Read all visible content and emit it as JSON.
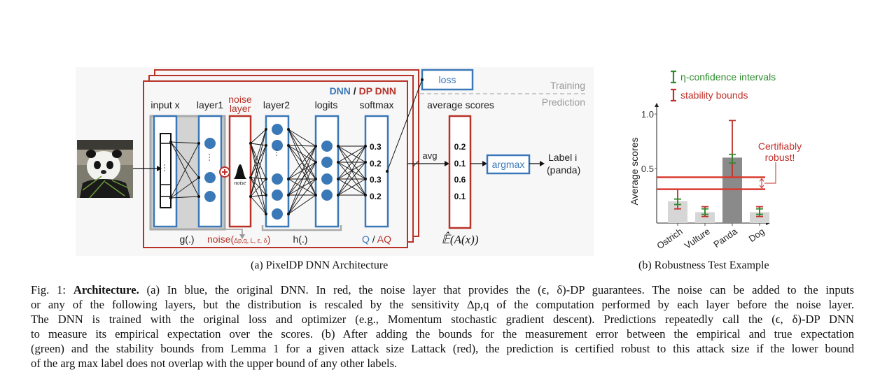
{
  "figure_a": {
    "subcaption": "(a) PixelDP DNN Architecture",
    "header": {
      "dnn": "DNN",
      "slash": " / ",
      "dp_dnn": "DP DNN"
    },
    "layers": {
      "input": "input x",
      "layer1": "layer1",
      "noise_layer_1": "noise",
      "noise_layer_2": "layer",
      "layer2": "layer2",
      "logits": "logits",
      "softmax": "softmax"
    },
    "noise_glyph": "noise",
    "softmax_values": [
      "0.3",
      "0.2",
      "0.3",
      "0.2"
    ],
    "bottom_labels": {
      "g": "g(.)",
      "noise_fn": "noise(",
      "noise_args": "Δp,q, L, ε, δ",
      "noise_close": ")",
      "h": "h(.)",
      "q": "Q",
      "slash": " / ",
      "aq": "AQ"
    },
    "loss": "loss",
    "training": "Training",
    "prediction": "Prediction",
    "average_scores_label": "average scores",
    "avg": "avg",
    "average_values": [
      "0.2",
      "0.1",
      "0.6",
      "0.1"
    ],
    "expectation": "𝔼̂(A(x))",
    "argmax": "argmax",
    "label_line1": "Label i",
    "label_line2": "(panda)",
    "colors": {
      "blue": "#3a78b8",
      "red": "#b83228",
      "gray": "#c8c8c8"
    }
  },
  "figure_b": {
    "subcaption": "(b) Robustness Test Example",
    "legend": [
      {
        "label": "η-confidence intervals",
        "color": "#2e8b2e"
      },
      {
        "label": "stability bounds",
        "color": "#c0302a"
      }
    ],
    "annotation_1": "Certifiably",
    "annotation_2": "robust!"
  },
  "chart_data": {
    "type": "bar",
    "title": "",
    "xlabel": "",
    "ylabel": "Average scores",
    "ylim": [
      0,
      1.0
    ],
    "yticks": [
      "0.5",
      "1.0"
    ],
    "ytick_values": [
      0.5,
      1.0
    ],
    "categories": [
      "Ostrich",
      "Vulture",
      "Panda",
      "Dog"
    ],
    "values": [
      0.2,
      0.1,
      0.6,
      0.1
    ],
    "confidence_intervals": [
      [
        0.17,
        0.22
      ],
      [
        0.08,
        0.13
      ],
      [
        0.55,
        0.63
      ],
      [
        0.08,
        0.13
      ]
    ],
    "stability_bounds": [
      [
        0.13,
        0.31
      ],
      [
        0.06,
        0.15
      ],
      [
        0.42,
        0.94
      ],
      [
        0.06,
        0.15
      ]
    ],
    "threshold_lines": [
      0.42,
      0.31
    ],
    "highlight": "Panda"
  },
  "caption": {
    "fig": "Fig. 1: ",
    "bold": "Architecture.",
    "lines": [
      " (a) In blue, the original DNN. In red, the noise layer that provides the (ϵ, δ)-DP guarantees. The noise can be added to the inputs",
      "or any of the following layers, but the distribution is rescaled by the sensitivity Δp,q of the computation performed by each layer before the noise layer.",
      "The DNN is trained with the original loss and optimizer (e.g., Momentum stochastic gradient descent). Predictions repeatedly call the (ϵ, δ)-DP DNN",
      "to measure its empirical expectation over the scores. (b) After adding the bounds for the measurement error between the empirical and true expectation",
      "(green) and the stability bounds from Lemma 1 for a given attack size Lattack (red), the prediction is certified robust to this attack size if the lower bound",
      "of the arg max label does not overlap with the upper bound of any other labels."
    ]
  }
}
